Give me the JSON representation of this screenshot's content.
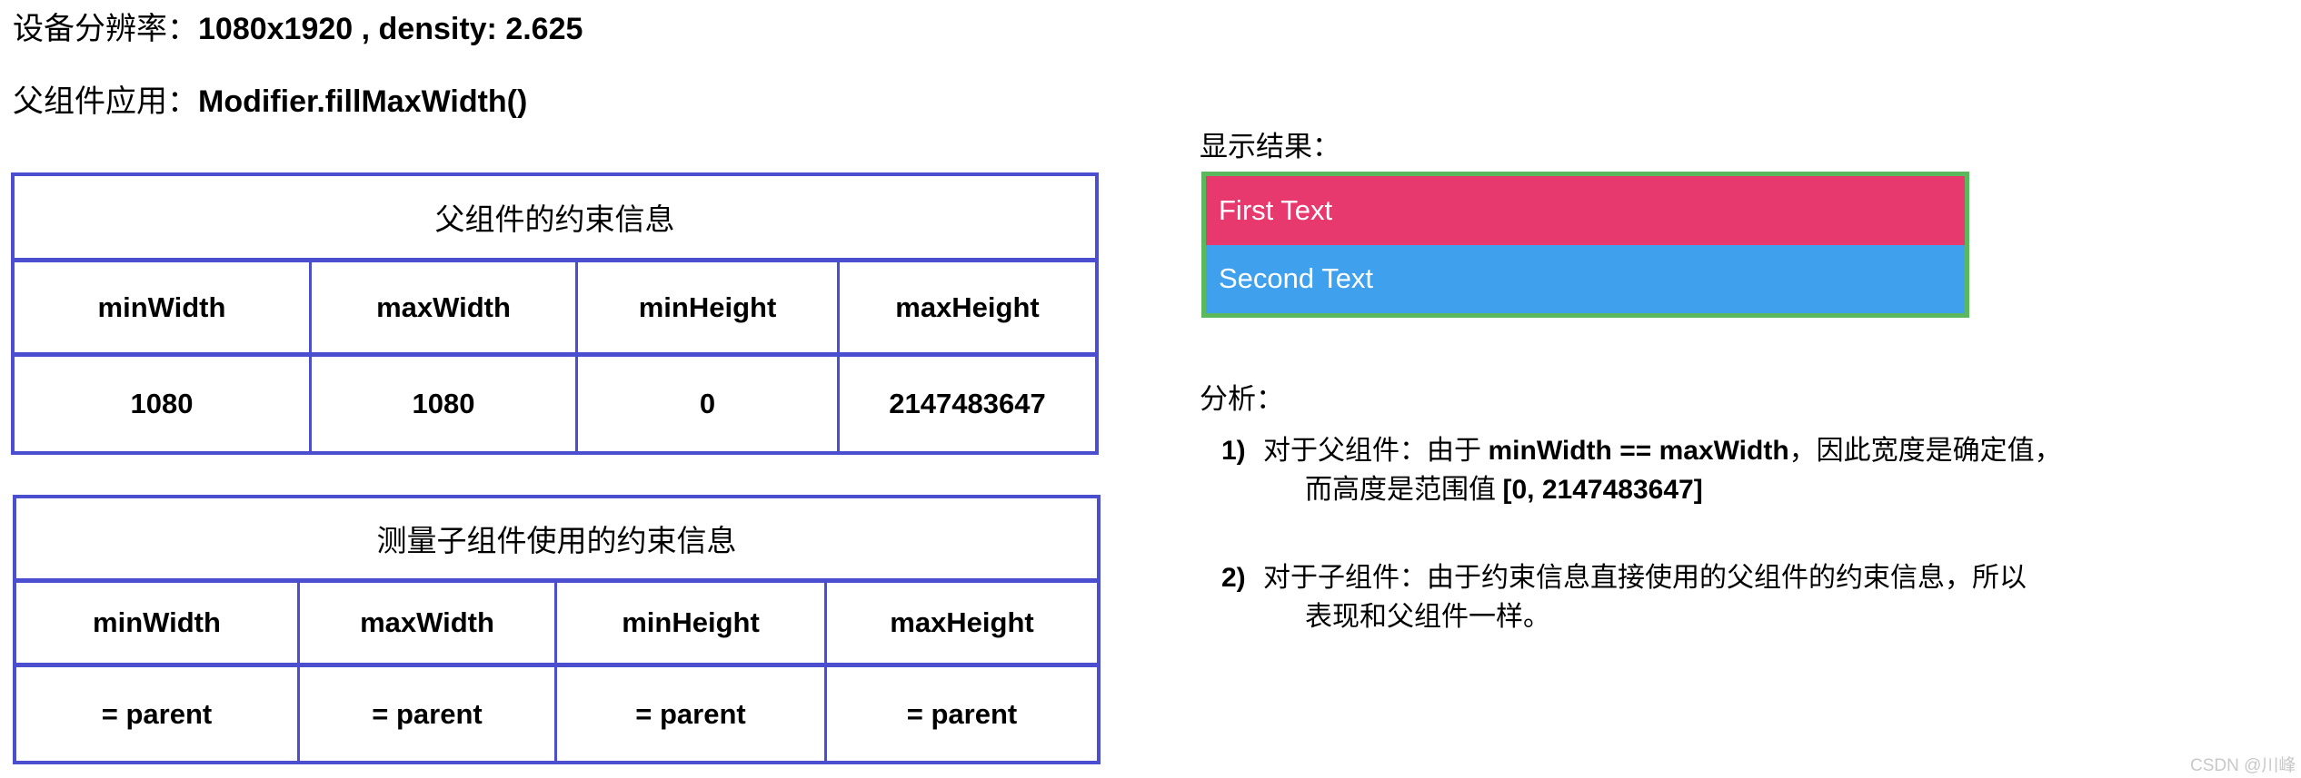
{
  "device_info": {
    "label": "设备分辨率：",
    "value": "1080x1920 , density:  2.625"
  },
  "parent_modifier": {
    "label": "父组件应用：",
    "value": "Modifier.fillMaxWidth()"
  },
  "parent_table": {
    "title": "父组件的约束信息",
    "headers": [
      "minWidth",
      "maxWidth",
      "minHeight",
      "maxHeight"
    ],
    "values": [
      "1080",
      "1080",
      "0",
      "2147483647"
    ]
  },
  "child_table": {
    "title": "测量子组件使用的约束信息",
    "headers": [
      "minWidth",
      "maxWidth",
      "minHeight",
      "maxHeight"
    ],
    "values": [
      "= parent",
      "= parent",
      "= parent",
      "= parent"
    ]
  },
  "result": {
    "label": "显示结果：",
    "rows": [
      {
        "text": "First Text",
        "color": "#e8396f"
      },
      {
        "text": "Second Text",
        "color": "#3fa0ee"
      }
    ],
    "border_color": "#5cb85c"
  },
  "analysis": {
    "label": "分析：",
    "items": [
      {
        "num": "1)",
        "line1_pre": "对于父组件：由于 ",
        "line1_code": "minWidth == maxWidth",
        "line1_post": "，因此宽度是确定值，",
        "line2_pre": "而高度是范围值 ",
        "line2_code": "[0, 2147483647]",
        "line2_post": ""
      },
      {
        "num": "2)",
        "line1_pre": "对于子组件：由于约束信息直接使用的父组件的约束信息，所以",
        "line1_code": "",
        "line1_post": "",
        "line2_pre": "表现和父组件一样。",
        "line2_code": "",
        "line2_post": ""
      }
    ]
  },
  "watermark": "CSDN @川峰",
  "theme": {
    "table_border": "#4a4ecf",
    "preview_border": "#5cb85c",
    "first_row": "#e8396f",
    "second_row": "#3fa0ee"
  }
}
